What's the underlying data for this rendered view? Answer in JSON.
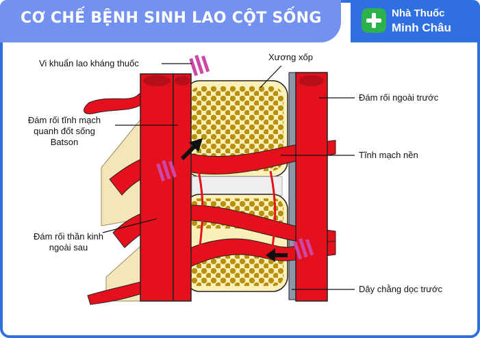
{
  "title": "CƠ CHẾ BỆNH SINH LAO CỘT SỐNG",
  "brand": {
    "line1": "Nhà Thuốc",
    "line2": "Minh Châu",
    "logo_icon": "plus-icon",
    "color": "#2f6fe0",
    "logo_color": "#2bb24c"
  },
  "labels": {
    "bacteria": "Vi khuẩn lao kháng thuốc",
    "spongy_bone": "Xương xốp",
    "anterior_plexus": "Đám rối ngoài trước",
    "batson_line1": "Đám rối tĩnh mạch",
    "batson_line2": "quanh đốt sống",
    "batson_line3": "Batson",
    "basivertebral_vein": "Tĩnh mạch nền",
    "posterior_plexus_line1": "Đám rối thần kinh",
    "posterior_plexus_line2": "ngoài sau",
    "anterior_ligament": "Dây chằng dọc trước"
  },
  "colors": {
    "title_banner": "#7391ee",
    "vessel": "#e4101b",
    "bone": "#fbf0b8",
    "bone_dots": "#b9900f",
    "bacteria": "#cc47a6",
    "ligament": "#8d97a8",
    "nerve": "#f4e6b8"
  }
}
